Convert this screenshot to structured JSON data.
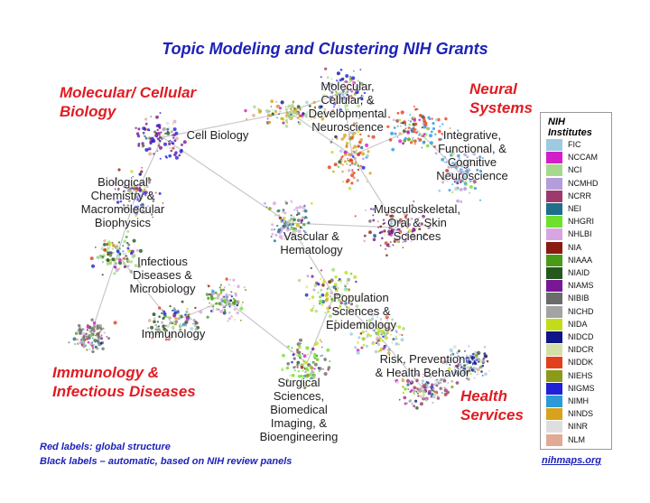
{
  "title": "Topic Modeling and Clustering NIH Grants",
  "red_labels": {
    "molecular_cellular_biology": "Molecular/ Cellular\nBiology",
    "neural_systems": "Neural\nSystems",
    "immunology_infectious": "Immunology &\nInfectious Diseases",
    "health_services": "Health\nServices"
  },
  "black_labels": {
    "molecular_cellular_dev_neuro": "Molecular,\nCellular, &\nDevelopmental\nNeuroscience",
    "cell_biology": "Cell Biology",
    "integrative_functional_cognitive": "Integrative,\nFunctional, &\nCognitive\nNeuroscience",
    "biological_chemistry": "Biological\nChemistry &\nMacromolecular\nBiophysics",
    "musculoskeletal": "Musculoskeletal,\nOral & Skin\nSciences",
    "vascular_hematology": "Vascular &\nHematology",
    "infectious_diseases_microbiology": "Infectious\nDiseases &\nMicrobiology",
    "population_sciences": "Population\nSciences &\nEpidemiology",
    "immunology": "Immunology",
    "risk_prevention": "Risk, Prevention\n& Health Behavior",
    "surgical_sciences": "Surgical\nSciences,\nBiomedical\nImaging, &\nBioengineering"
  },
  "legend": {
    "title": "NIH\nInstitutes",
    "items": [
      {
        "label": "FIC",
        "color": "#9ecae1"
      },
      {
        "label": "NCCAM",
        "color": "#d21fc9"
      },
      {
        "label": "NCI",
        "color": "#a6d98c"
      },
      {
        "label": "NCMHD",
        "color": "#b39ddb"
      },
      {
        "label": "NCRR",
        "color": "#9c3a6e"
      },
      {
        "label": "NEI",
        "color": "#1f6f8b"
      },
      {
        "label": "NHGRI",
        "color": "#6ee02e"
      },
      {
        "label": "NHLBI",
        "color": "#d7a6e0"
      },
      {
        "label": "NIA",
        "color": "#8b1a12"
      },
      {
        "label": "NIAAA",
        "color": "#4a9a1a"
      },
      {
        "label": "NIAID",
        "color": "#24581c"
      },
      {
        "label": "NIAMS",
        "color": "#7a1794"
      },
      {
        "label": "NIBIB",
        "color": "#6b6b6b"
      },
      {
        "label": "NICHD",
        "color": "#a3a3a3"
      },
      {
        "label": "NIDA",
        "color": "#c2dc1c"
      },
      {
        "label": "NIDCD",
        "color": "#10158a"
      },
      {
        "label": "NIDCR",
        "color": "#d3e0a6"
      },
      {
        "label": "NIDDK",
        "color": "#e2401c"
      },
      {
        "label": "NIEHS",
        "color": "#8c9a1a"
      },
      {
        "label": "NIGMS",
        "color": "#2020d8"
      },
      {
        "label": "NIMH",
        "color": "#2b9ad6"
      },
      {
        "label": "NINDS",
        "color": "#d9a21c"
      },
      {
        "label": "NINR",
        "color": "#dedede"
      },
      {
        "label": "NLM",
        "color": "#e0aa94"
      }
    ]
  },
  "footnotes": {
    "red_note": "Red labels: global structure",
    "black_note": "Black labels – automatic, based on NIH review panels"
  },
  "site_link": "nihmaps.org"
}
